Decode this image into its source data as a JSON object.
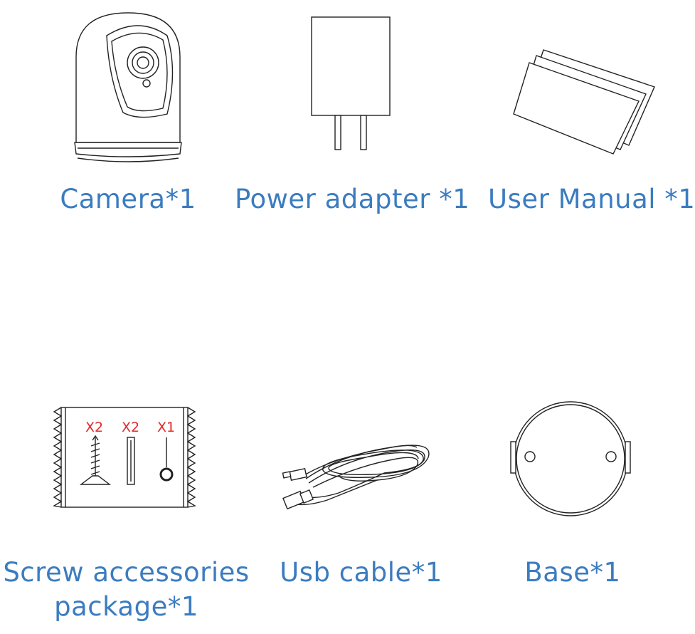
{
  "items": [
    {
      "label": "Camera*1",
      "icon": "camera-icon"
    },
    {
      "label": "Power adapter *1",
      "icon": "power-adapter-icon"
    },
    {
      "label": "User Manual *1",
      "icon": "user-manual-icon"
    },
    {
      "label": "Screw accessories package*1",
      "icon": "screw-package-icon",
      "quantities": [
        "X2",
        "X2",
        "X1"
      ]
    },
    {
      "label": "Usb cable*1",
      "icon": "usb-cable-icon"
    },
    {
      "label": "Base*1",
      "icon": "base-icon"
    }
  ],
  "colors": {
    "label": "#3b7cc0",
    "quantity": "#e02a2a",
    "line": "#222222"
  }
}
